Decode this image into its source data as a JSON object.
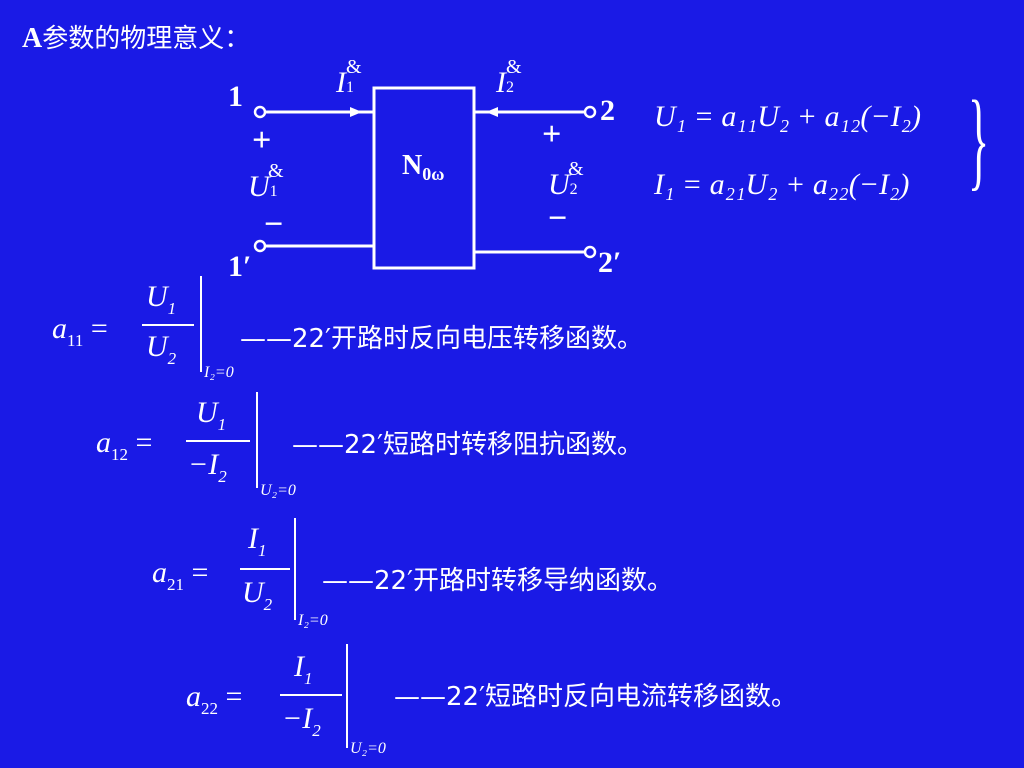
{
  "title": {
    "prefix": "A",
    "text": "参数的物理意义："
  },
  "circuit": {
    "box_label": "N",
    "box_sub": "0ω",
    "node_1": "1",
    "node_1p": "1′",
    "node_2": "2",
    "node_2p": "2′",
    "plus": "+",
    "minus": "−",
    "current_left": "I",
    "current_left_sub": "1",
    "current_right": "I",
    "current_right_sub": "2",
    "voltage_left": "U",
    "voltage_left_sub": "1",
    "voltage_right": "U",
    "voltage_right_sub": "2",
    "dot_mark": "&"
  },
  "equations": {
    "eq1": "U₁ = a₁₁U₂ + a₁₂(−I₂)",
    "eq2": "I₁ = a₂₁U₂ + a₂₂(−I₂)"
  },
  "params": [
    {
      "name": "a",
      "sub": "11",
      "num": "U",
      "num_sub": "1",
      "den": "U",
      "den_sub": "2",
      "den_neg": "",
      "cond": "I₂=0",
      "desc": "——22′开路时反向电压转移函数。"
    },
    {
      "name": "a",
      "sub": "12",
      "num": "U",
      "num_sub": "1",
      "den": "I",
      "den_sub": "2",
      "den_neg": "−",
      "cond": "U₂=0",
      "desc": "——22′短路时转移阻抗函数。"
    },
    {
      "name": "a",
      "sub": "21",
      "num": "I",
      "num_sub": "1",
      "den": "U",
      "den_sub": "2",
      "den_neg": "",
      "cond": "I₂=0",
      "desc": "——22′开路时转移导纳函数。"
    },
    {
      "name": "a",
      "sub": "22",
      "num": "I",
      "num_sub": "1",
      "den": "I",
      "den_sub": "2",
      "den_neg": "−",
      "cond": "U₂=0",
      "desc": "——22′短路时反向电流转移函数。"
    }
  ],
  "colors": {
    "background": "#1a1ae6",
    "foreground": "#ffffff"
  }
}
